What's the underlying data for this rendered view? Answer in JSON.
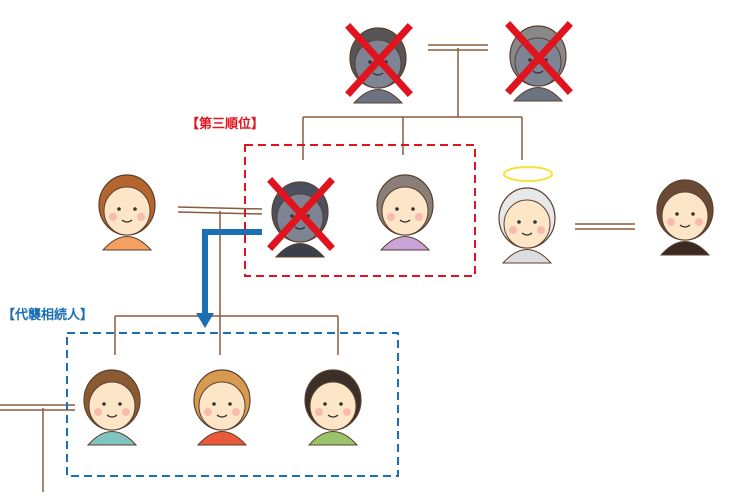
{
  "labels": {
    "third_rank": "【第三順位】",
    "substitute_heirs": "【代襲相続人】"
  },
  "colors": {
    "line": "#8b5a3c",
    "red": "#e0141e",
    "blue": "#1a6fb5",
    "deceased": "#7d8594"
  },
  "people": [
    {
      "id": "grandfather",
      "deceased": true,
      "crossed": true
    },
    {
      "id": "grandmother",
      "deceased": true,
      "crossed": true
    },
    {
      "id": "uncle",
      "deceased": true,
      "crossed": true
    },
    {
      "id": "aunt",
      "deceased": false
    },
    {
      "id": "father-angel",
      "deceased": true,
      "halo": true
    },
    {
      "id": "mother",
      "deceased": false
    },
    {
      "id": "uncle-wife",
      "deceased": false
    },
    {
      "id": "child-1",
      "deceased": false
    },
    {
      "id": "child-2",
      "deceased": false
    },
    {
      "id": "child-3",
      "deceased": false
    }
  ]
}
